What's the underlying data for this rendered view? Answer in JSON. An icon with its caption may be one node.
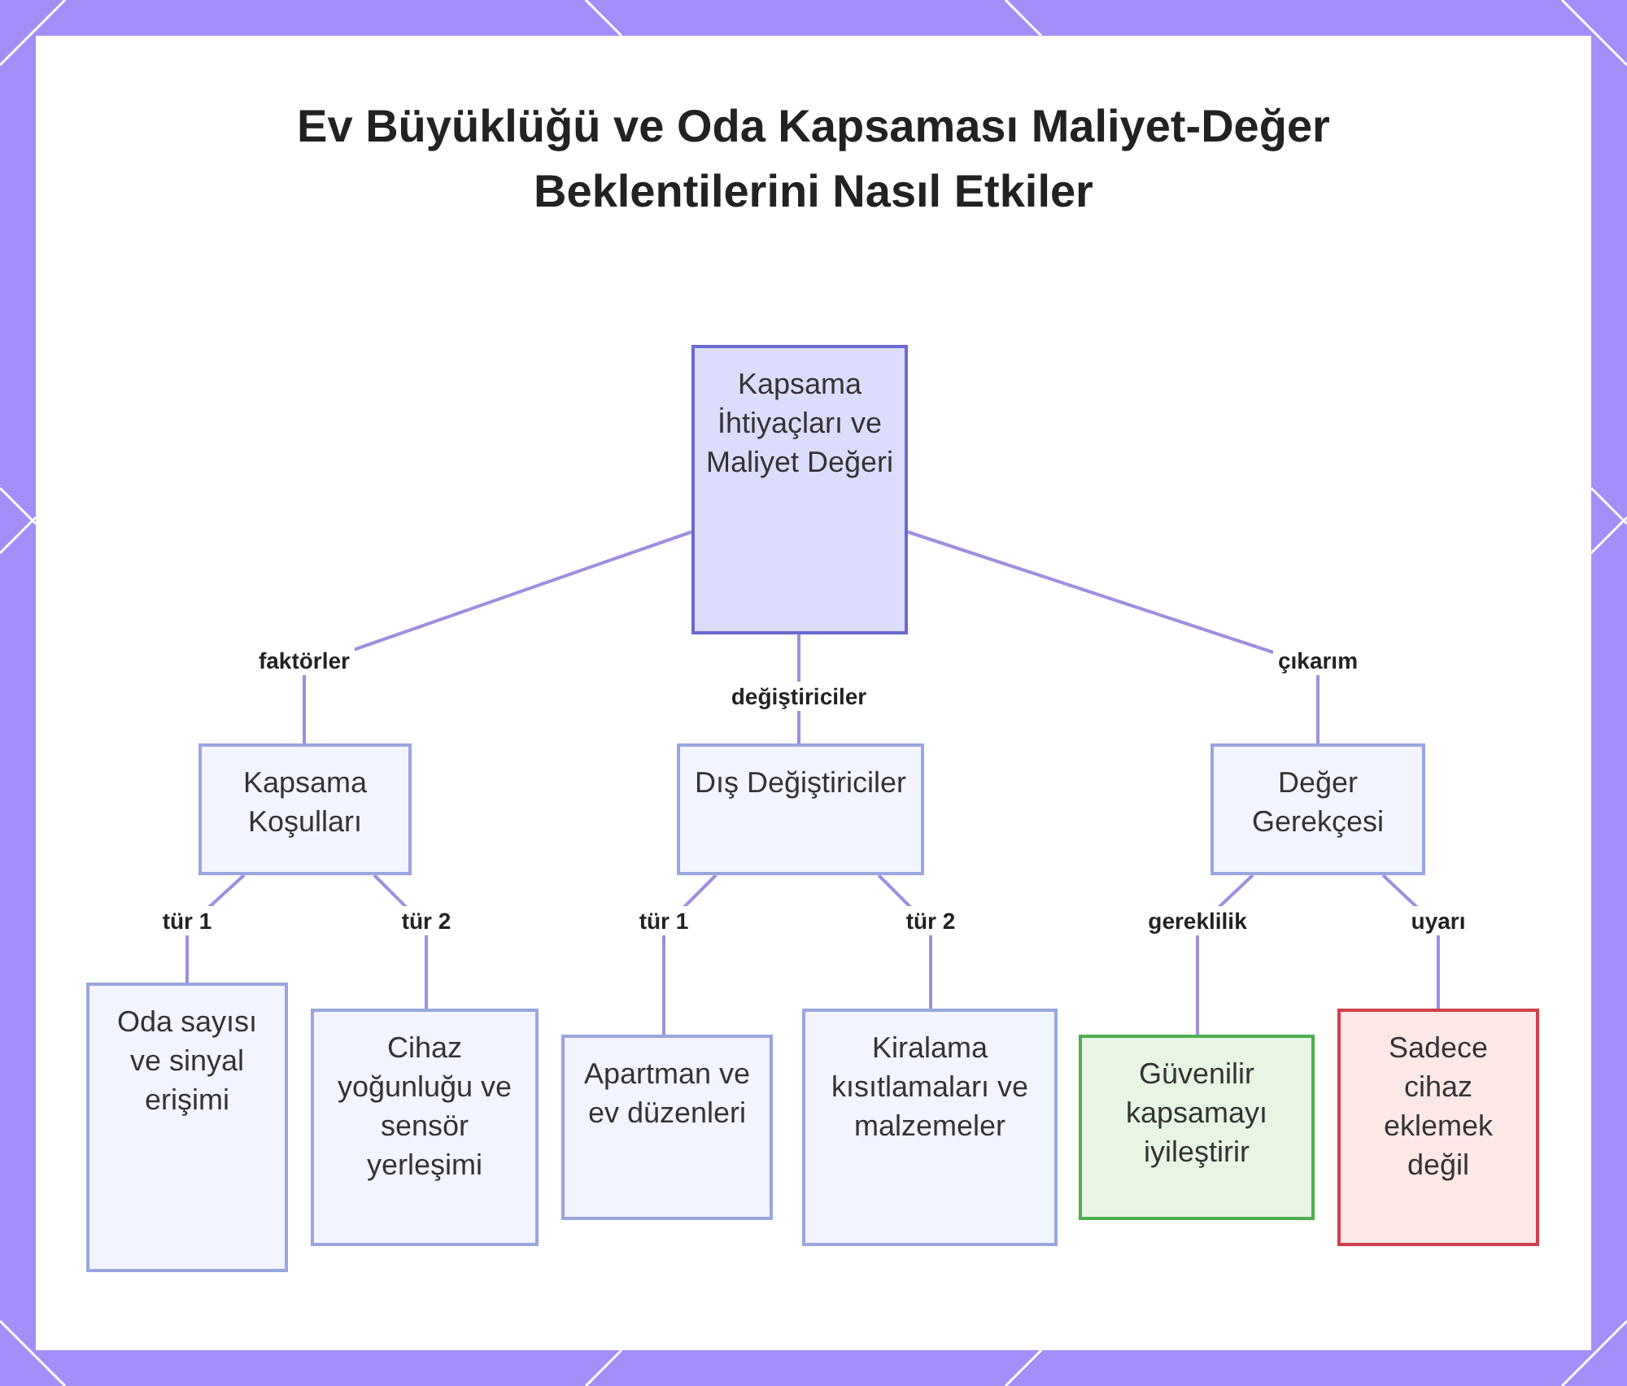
{
  "diagram": {
    "title": "Ev Büyüklüğü ve Oda Kapsaması Maliyet-Değer Beklentilerini Nasıl Etkiler",
    "nodes": [
      {
        "text": [
          "Kapsama İhtiyaçları ve Maliyet Değeri"
        ]
      },
      {
        "text": [
          "Kapsama Koşulları"
        ]
      },
      {
        "text": [
          "Dış Değiştiriciler"
        ]
      },
      {
        "text": [
          "Değer Gerekçesi"
        ]
      },
      {
        "text": [
          "Oda sayısı ve sinyal erişimi"
        ]
      },
      {
        "text": [
          "Cihaz yoğunluğu ve sensör yerleşimi"
        ]
      },
      {
        "text": [
          "Apartman ve ev düzenleri"
        ]
      },
      {
        "text": [
          "Kiralama kısıtlamaları ve malzemeler"
        ]
      },
      {
        "text": [
          "Güvenilir kapsamayı iyileştirir"
        ]
      },
      {
        "text": [
          "Sadece cihaz eklemek değil"
        ]
      }
    ],
    "edges": [
      {
        "from": 0,
        "to": 1,
        "arrow": "none",
        "label": "faktörler"
      },
      {
        "from": 0,
        "to": 2,
        "arrow": "none",
        "label": "değiştiriciler"
      },
      {
        "from": 0,
        "to": 3,
        "arrow": "none",
        "label": "çıkarım"
      },
      {
        "from": 1,
        "to": 4,
        "arrow": "none",
        "label": "tür 1"
      },
      {
        "from": 1,
        "to": 5,
        "arrow": "none",
        "label": "tür 2"
      },
      {
        "from": 2,
        "to": 6,
        "arrow": "none",
        "label": "tür 1"
      },
      {
        "from": 2,
        "to": 7,
        "arrow": "none",
        "label": "tür 2"
      },
      {
        "from": 3,
        "to": 8,
        "arrow": "none",
        "label": "gereklilik"
      },
      {
        "from": 3,
        "to": 9,
        "arrow": "none",
        "label": "uyarı"
      }
    ]
  }
}
